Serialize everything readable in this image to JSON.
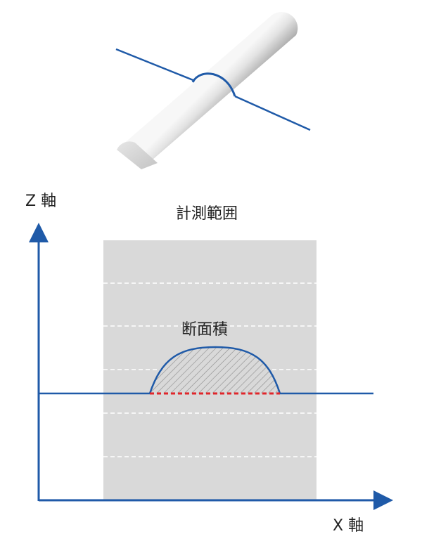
{
  "labels": {
    "z_axis": "Z 軸",
    "x_axis": "X 軸",
    "measurement_range": "計測範囲",
    "cross_section_area": "断面積"
  },
  "colors": {
    "axis_blue": "#1f5aa8",
    "profile_blue": "#1f5aa8",
    "range_fill": "#d9d9d9",
    "scan_line_white": "#ffffff",
    "baseline_red": "#e0262b",
    "hatch_gray": "#8c8c8c",
    "text": "#222222"
  },
  "icons": {
    "z_axis_arrow": "arrow-up-icon",
    "x_axis_arrow": "arrow-right-icon"
  }
}
